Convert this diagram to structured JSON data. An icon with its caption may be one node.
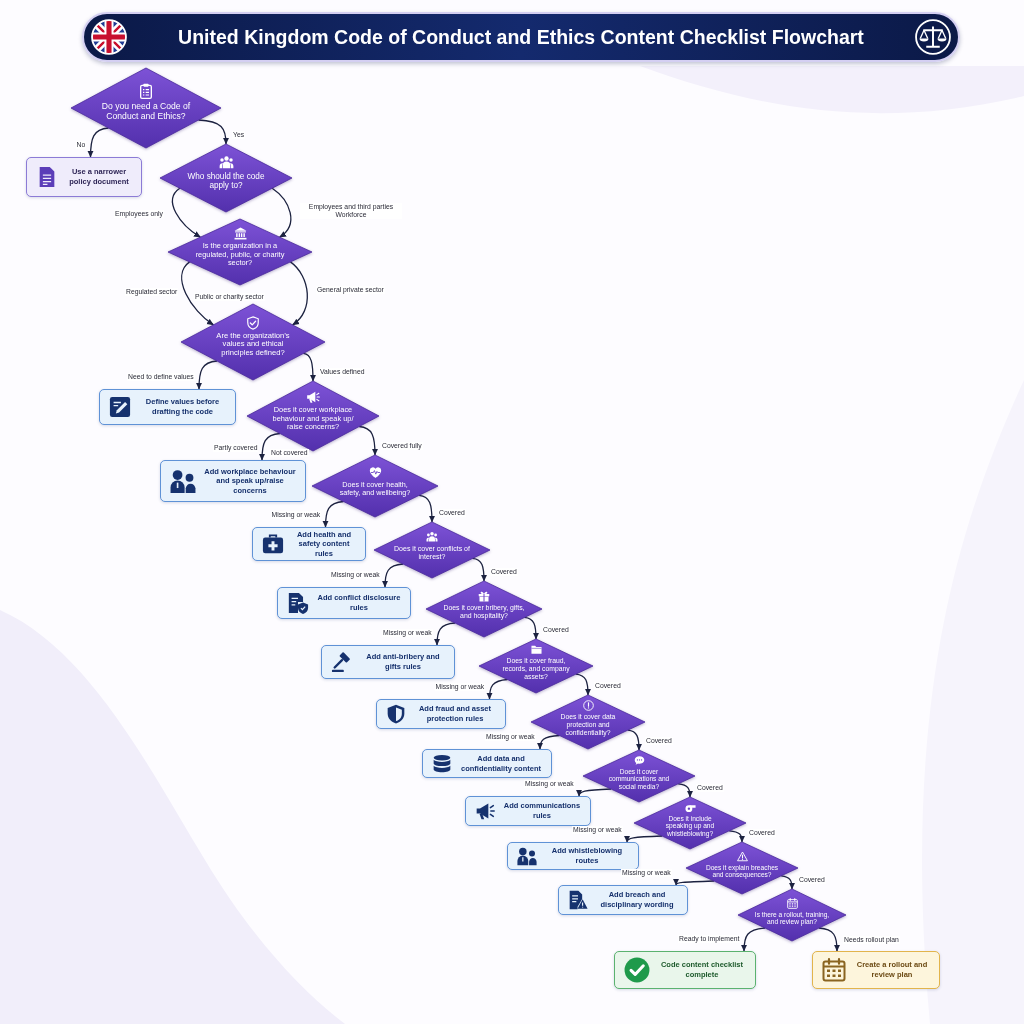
{
  "diagram": {
    "title": "United Kingdom Code of Conduct and Ethics Content Checklist Flowchart",
    "nodes": [
      {
        "text": [
          "Do you need a Code of Conduct and Ethics?"
        ]
      },
      {
        "text": [
          "Use a narrower policy document"
        ]
      },
      {
        "text": [
          "Who should the code apply to?"
        ]
      },
      {
        "text": [
          "Is the organization in a regulated, public, or charity sector?"
        ]
      },
      {
        "text": [
          "Are the organization’s values and ethical principles defined?"
        ]
      },
      {
        "text": [
          "Define values before drafting the code"
        ]
      },
      {
        "text": [
          "Does it cover workplace behaviour and speak up/ raise concerns?"
        ]
      },
      {
        "text": [
          "Add workplace behaviour and speak up/raise concerns"
        ]
      },
      {
        "text": [
          "Does it cover health, safety, and wellbeing?"
        ]
      },
      {
        "text": [
          "Add health and safety content rules"
        ]
      },
      {
        "text": [
          "Does it cover conflicts of interest?"
        ]
      },
      {
        "text": [
          "Add conflict disclosure rules"
        ]
      },
      {
        "text": [
          "Does it cover bribery, gifts, and hospitality?"
        ]
      },
      {
        "text": [
          "Add anti-bribery and gifts rules"
        ]
      },
      {
        "text": [
          "Does it cover fraud, records, and company assets?"
        ]
      },
      {
        "text": [
          "Add fraud and asset protection rules"
        ]
      },
      {
        "text": [
          "Does it cover data protection and confidentiality?"
        ]
      },
      {
        "text": [
          "Add data and confidentiality content"
        ]
      },
      {
        "text": [
          "Does it cover communications and social media?"
        ]
      },
      {
        "text": [
          "Add communications rules"
        ]
      },
      {
        "text": [
          "Does it include speaking up and whistleblowing?"
        ]
      },
      {
        "text": [
          "Add whistleblowing routes"
        ]
      },
      {
        "text": [
          "Does it explain breaches and consequences?"
        ]
      },
      {
        "text": [
          "Add breach and disciplinary wording"
        ]
      },
      {
        "text": [
          "Is there a rollout, training, and review plan?"
        ]
      },
      {
        "text": [
          "Code content checklist complete"
        ]
      },
      {
        "text": [
          "Create a rollout and review plan"
        ]
      }
    ],
    "edges": [
      {
        "from": 0,
        "to": 1,
        "arrow": "to",
        "label": "No"
      },
      {
        "from": 0,
        "to": 2,
        "arrow": "to",
        "label": "Yes"
      },
      {
        "from": 2,
        "to": 3,
        "arrow": "to",
        "label": "Employees only"
      },
      {
        "from": 2,
        "to": 3,
        "arrow": "to",
        "label": "Employees and third parties Workforce"
      },
      {
        "from": 3,
        "to": 4,
        "arrow": "to",
        "label": "Regulated sector"
      },
      {
        "from": 3,
        "to": 4,
        "arrow": "to",
        "label": "General private sector"
      },
      {
        "from": 4,
        "to": 5,
        "arrow": "to",
        "label": "Need to define values"
      },
      {
        "from": 4,
        "to": 6,
        "arrow": "to",
        "label": "Values defined"
      },
      {
        "from": 6,
        "to": 7,
        "arrow": "to",
        "label": "Partly covered"
      },
      {
        "from": 6,
        "to": 8,
        "arrow": "to",
        "label": "Covered fully"
      },
      {
        "from": 8,
        "to": 9,
        "arrow": "to",
        "label": "Missing or weak"
      },
      {
        "from": 8,
        "to": 10,
        "arrow": "to",
        "label": "Covered"
      },
      {
        "from": 10,
        "to": 11,
        "arrow": "to",
        "label": "Missing or weak"
      },
      {
        "from": 10,
        "to": 12,
        "arrow": "to",
        "label": "Covered"
      },
      {
        "from": 12,
        "to": 13,
        "arrow": "to",
        "label": "Missing or weak"
      },
      {
        "from": 12,
        "to": 14,
        "arrow": "to",
        "label": "Covered"
      },
      {
        "from": 14,
        "to": 15,
        "arrow": "to",
        "label": "Missing or weak"
      },
      {
        "from": 14,
        "to": 16,
        "arrow": "to",
        "label": "Covered"
      },
      {
        "from": 16,
        "to": 17,
        "arrow": "to",
        "label": "Missing or weak"
      },
      {
        "from": 16,
        "to": 18,
        "arrow": "to",
        "label": "Covered"
      },
      {
        "from": 18,
        "to": 19,
        "arrow": "to",
        "label": "Missing or weak"
      },
      {
        "from": 18,
        "to": 20,
        "arrow": "to",
        "label": "Covered"
      },
      {
        "from": 20,
        "to": 21,
        "arrow": "to",
        "label": "Missing or weak"
      },
      {
        "from": 20,
        "to": 22,
        "arrow": "to",
        "label": "Covered"
      },
      {
        "from": 22,
        "to": 23,
        "arrow": "to",
        "label": "Missing or weak"
      },
      {
        "from": 22,
        "to": 24,
        "arrow": "to",
        "label": "Covered"
      },
      {
        "from": 24,
        "to": 25,
        "arrow": "to",
        "label": "Ready to implement"
      },
      {
        "from": 24,
        "to": 26,
        "arrow": "to",
        "label": "Needs rollout plan"
      }
    ],
    "labels": [
      "Public or charity sector",
      "Not covered"
    ]
  }
}
